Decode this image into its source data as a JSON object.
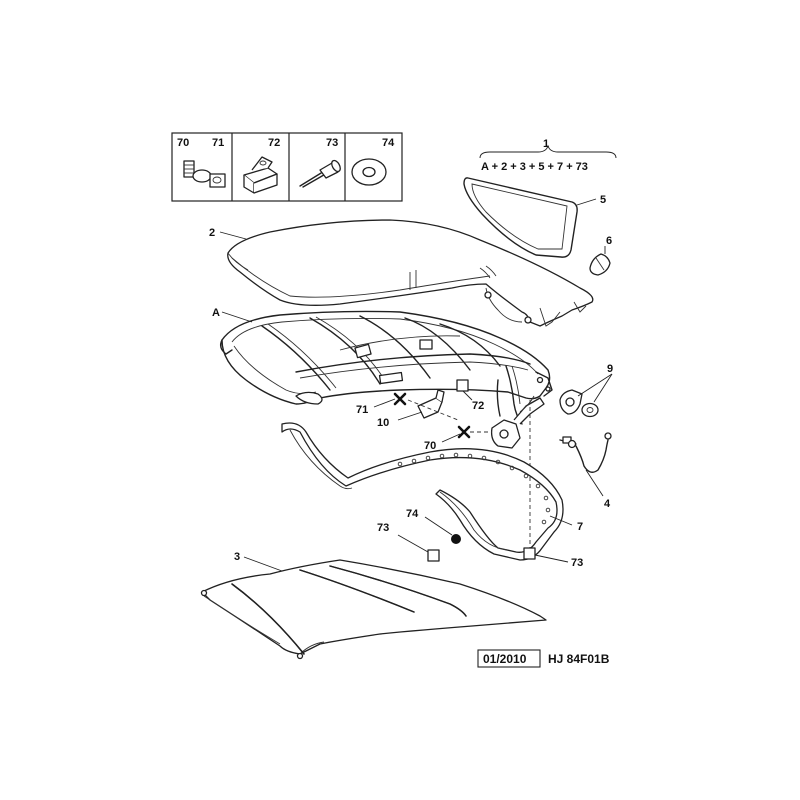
{
  "callouts": {
    "c1": "1",
    "formula": "A + 2 + 3 + 5 + 7 + 73",
    "c2": "2",
    "c3": "3",
    "c4": "4",
    "c5": "5",
    "c6": "6",
    "c7": "7",
    "c9": "9",
    "c10": "10",
    "cA": "A",
    "c70": "70",
    "c71": "71",
    "c72": "72",
    "c73a": "73",
    "c73b": "73",
    "c74": "74"
  },
  "fastener_table": {
    "cells": [
      "70",
      "71",
      "72",
      "73",
      "74"
    ]
  },
  "footer": {
    "date": "01/2010",
    "code": "HJ 84F01B"
  }
}
